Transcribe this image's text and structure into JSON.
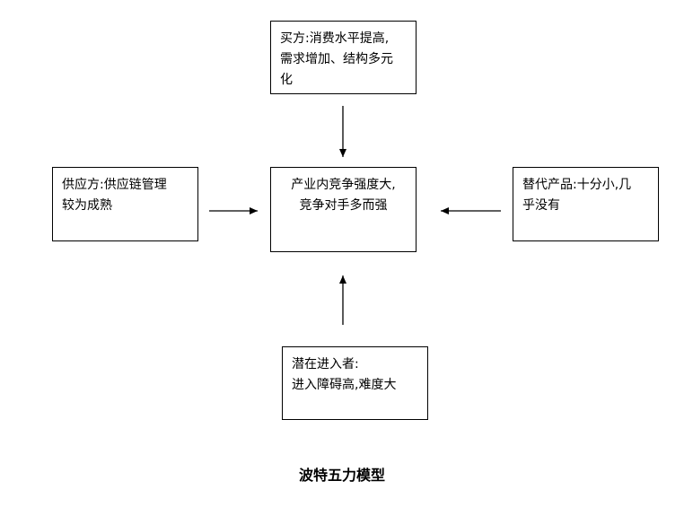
{
  "buyer": {
    "lines": [
      "买方:消费水平提高,",
      "需求增加、结构多元",
      "化"
    ]
  },
  "supplier": {
    "lines": [
      "供应方:供应链管理",
      "较为成熟"
    ]
  },
  "industry": {
    "lines": [
      "产业内竞争强度大,",
      "竞争对手多而强"
    ]
  },
  "substitute": {
    "lines": [
      "替代产品:十分小,几",
      "乎没有"
    ]
  },
  "entrant": {
    "lines": [
      "潜在进入者:",
      "进入障碍高,难度大"
    ]
  },
  "caption": "波特五力模型"
}
